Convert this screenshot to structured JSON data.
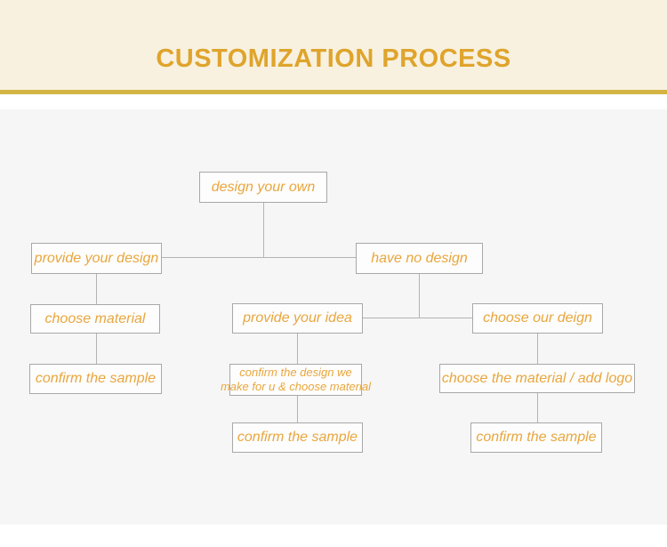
{
  "header": {
    "title": "CUSTOMIZATION PROCESS"
  },
  "colors": {
    "banner_bg": "#f8f1e0",
    "title_gold": "#dfa42c",
    "divider_gold": "#d3b442",
    "panel_bg": "#f6f6f6",
    "node_bg": "#fdfdfd",
    "node_border": "#a8a8a8",
    "node_text": "#e9a63d",
    "connector": "#b3b3b3"
  },
  "flowchart": {
    "nodes": [
      {
        "id": "design-your-own",
        "label": "design your own"
      },
      {
        "id": "provide-your-design",
        "label": "provide your design"
      },
      {
        "id": "have-no-design",
        "label": "have no design"
      },
      {
        "id": "choose-material",
        "label": "choose material"
      },
      {
        "id": "provide-your-idea",
        "label": "provide your idea"
      },
      {
        "id": "choose-our-deign",
        "label": "choose our deign"
      },
      {
        "id": "confirm-the-sample-left",
        "label": "confirm the sample"
      },
      {
        "id": "confirm-design-we-make",
        "label_line1": "confirm the design we",
        "label_line2": "make for u & choose material"
      },
      {
        "id": "choose-material-add-logo",
        "label": "choose the material / add logo"
      },
      {
        "id": "confirm-the-sample-middle",
        "label": "confirm the sample"
      },
      {
        "id": "confirm-the-sample-right",
        "label": "confirm the sample"
      }
    ]
  }
}
